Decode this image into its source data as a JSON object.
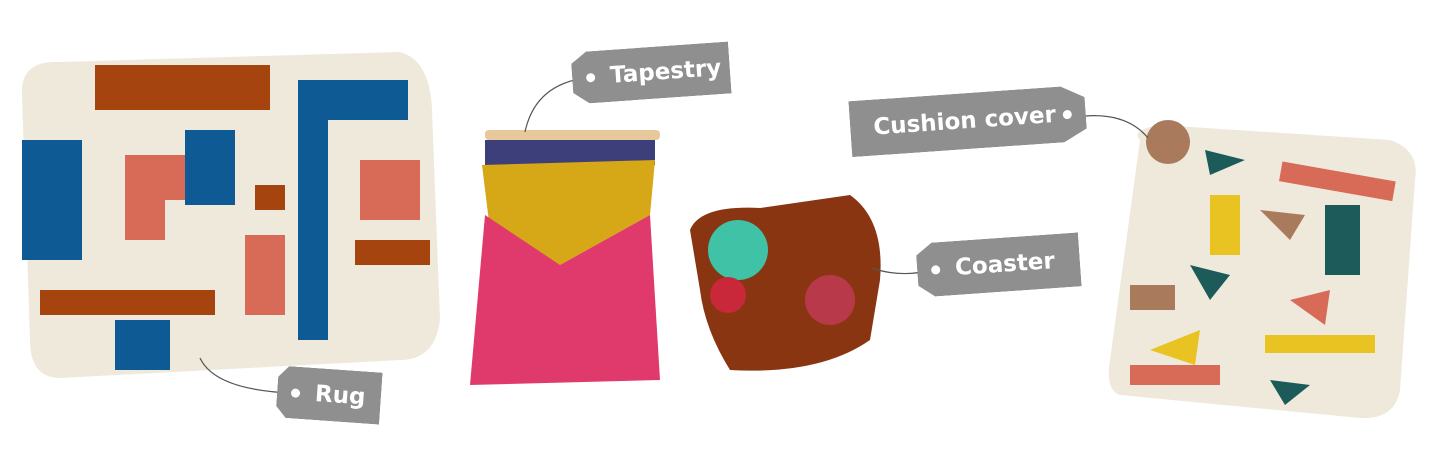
{
  "labels": {
    "rug": "Rug",
    "tapestry": "Tapestry",
    "coaster": "Coaster",
    "cushion": "Cushion cover"
  },
  "colors": {
    "tag": "#8f8f8f",
    "cream": "#efe9dc",
    "blue": "#0e5a94",
    "rust": "#a5440f",
    "coral": "#d86a58",
    "mustard": "#d6a716",
    "pink": "#e03a6c",
    "teal": "#3fc2a6",
    "brown": "#8a3512",
    "navy": "#3c3f7a"
  }
}
